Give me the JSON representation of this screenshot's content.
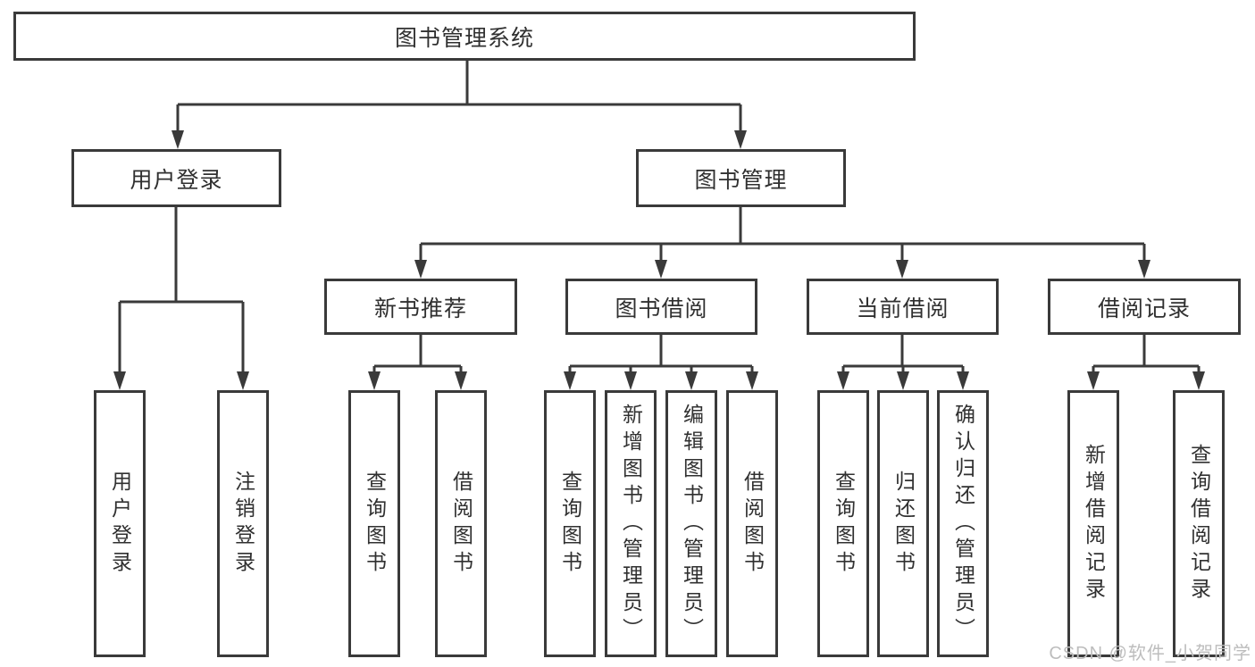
{
  "title": "图书管理系统",
  "watermark": "CSDN @软件_小贺同学",
  "colors": {
    "line": "#3a3a3a",
    "text": "#303030",
    "watermark": "#bdbdbd",
    "background": "#ffffff"
  },
  "level2": [
    {
      "label": "用户登录"
    },
    {
      "label": "图书管理"
    }
  ],
  "level3": [
    {
      "label": "新书推荐"
    },
    {
      "label": "图书借阅"
    },
    {
      "label": "当前借阅"
    },
    {
      "label": "借阅记录"
    }
  ],
  "leaves": [
    {
      "label": "用户登录"
    },
    {
      "label": "注销登录"
    },
    {
      "label": "查询图书"
    },
    {
      "label": "借阅图书"
    },
    {
      "label": "查询图书"
    },
    {
      "label": "新增图书（管理员）"
    },
    {
      "label": "编辑图书（管理员）"
    },
    {
      "label": "借阅图书"
    },
    {
      "label": "查询图书"
    },
    {
      "label": "归还图书"
    },
    {
      "label": "确认归还（管理员）"
    },
    {
      "label": "新增借阅记录"
    },
    {
      "label": "查询借阅记录"
    }
  ],
  "hierarchy": {
    "图书管理系统": {
      "用户登录": [
        "用户登录",
        "注销登录"
      ],
      "图书管理": {
        "新书推荐": [
          "查询图书",
          "借阅图书"
        ],
        "图书借阅": [
          "查询图书",
          "新增图书（管理员）",
          "编辑图书（管理员）",
          "借阅图书"
        ],
        "当前借阅": [
          "查询图书",
          "归还图书",
          "确认归还（管理员）"
        ],
        "借阅记录": [
          "新增借阅记录",
          "查询借阅记录"
        ]
      }
    }
  }
}
